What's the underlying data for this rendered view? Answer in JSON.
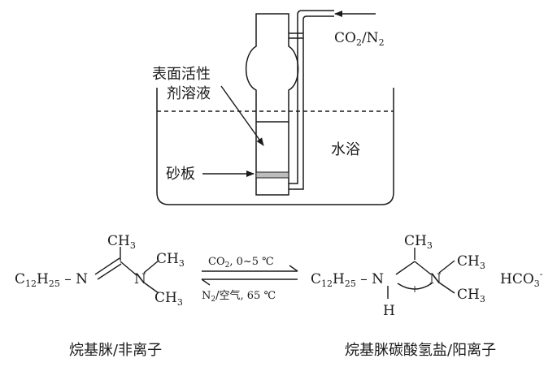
{
  "apparatus": {
    "gas_inlet": "CO2/N2",
    "surfactant_solution": [
      "表面活性",
      "剂溶液"
    ],
    "sand_plate": "砂板",
    "water_bath": "水浴"
  },
  "reaction": {
    "forward_condition": "CO2, 0~5 ℃",
    "reverse_condition": "N2/空气, 65 ℃",
    "reactant_name": "烷基脒/非离子",
    "product_name": "烷基脒碳酸氢盐/阳离子",
    "counter_ion": "HCO3-"
  },
  "colors": {
    "ink": "#1a1a1a",
    "sand_plate": "#bdbdbd"
  }
}
